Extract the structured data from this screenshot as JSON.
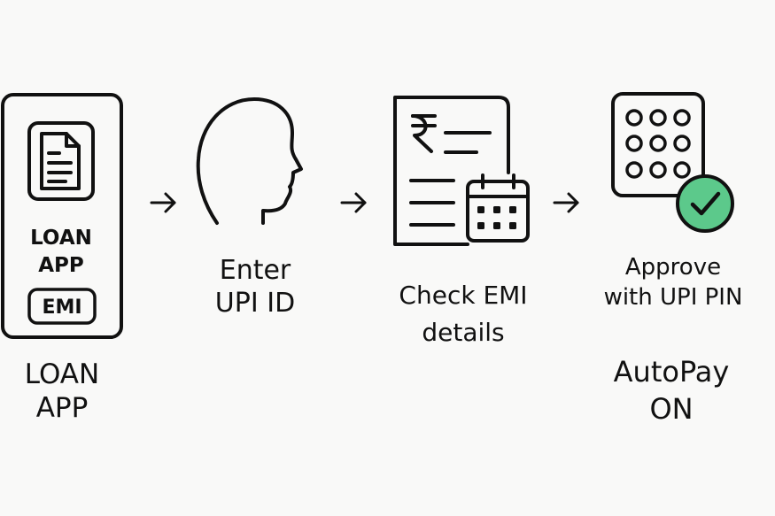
{
  "phone": {
    "line1": "LOAN",
    "line2": "APP",
    "badge": "EMI"
  },
  "steps": [
    {
      "lines": [
        "LOAN",
        "APP"
      ]
    },
    {
      "lines": [
        "Enter",
        "UPI ID"
      ]
    },
    {
      "lines": [
        "Check EMI",
        "details"
      ]
    },
    {
      "lines": [
        "Approve",
        "with UPI PIN"
      ]
    }
  ],
  "result": {
    "line1": "AutoPay",
    "line2": "ON"
  },
  "icons": {
    "step1": "phone-with-document-icon",
    "step2": "head-profile-icon",
    "step3": "rupee-document-calendar-icon",
    "step4": "pin-keypad-checkmark-icon",
    "arrows": "right-arrow-icon"
  },
  "colors": {
    "stroke": "#111111",
    "check": "#5cc98b",
    "background": "#f9f9f8"
  }
}
